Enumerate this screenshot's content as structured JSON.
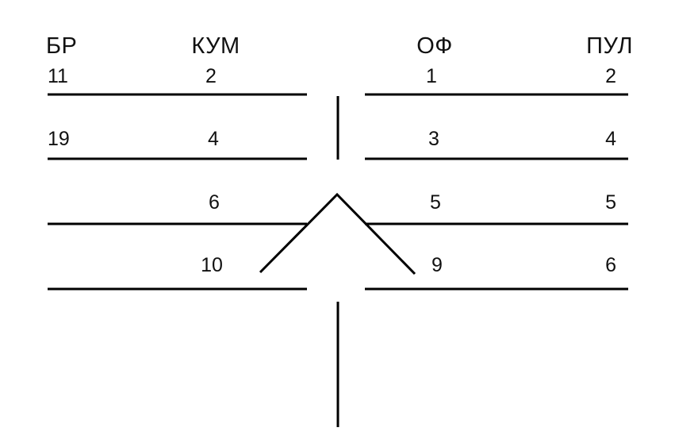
{
  "headers": {
    "col1": "БР",
    "col2": "КУМ",
    "col3": "ОФ",
    "col4": "ПУЛ"
  },
  "rows": [
    {
      "c1": "11",
      "c2": "2",
      "c3": "1",
      "c4": "2"
    },
    {
      "c1": "19",
      "c2": "4",
      "c3": "3",
      "c4": "4"
    },
    {
      "c1": "",
      "c2": "6",
      "c3": "5",
      "c4": "5"
    },
    {
      "c1": "",
      "c2": "10",
      "c3": "9",
      "c4": "6"
    }
  ]
}
